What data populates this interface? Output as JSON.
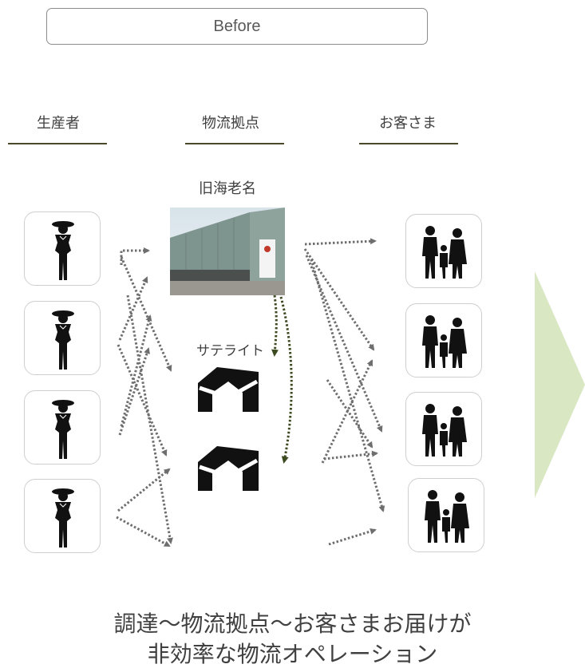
{
  "header": {
    "tag_label": "Before"
  },
  "columns": [
    {
      "label": "生産者"
    },
    {
      "label": "物流拠点"
    },
    {
      "label": "お客さま"
    }
  ],
  "hub": {
    "label": "旧海老名"
  },
  "satellite": {
    "label": "サテライト"
  },
  "caption": {
    "line1": "調達～物流拠点～お客さまお届けが",
    "line2": "非効率な物流オペレーション"
  },
  "colors": {
    "accent_green": "#d9e7c3",
    "arrow_gray": "#6e6e6e",
    "arrow_dark": "#3d4a1f",
    "icon_black": "#111111"
  }
}
